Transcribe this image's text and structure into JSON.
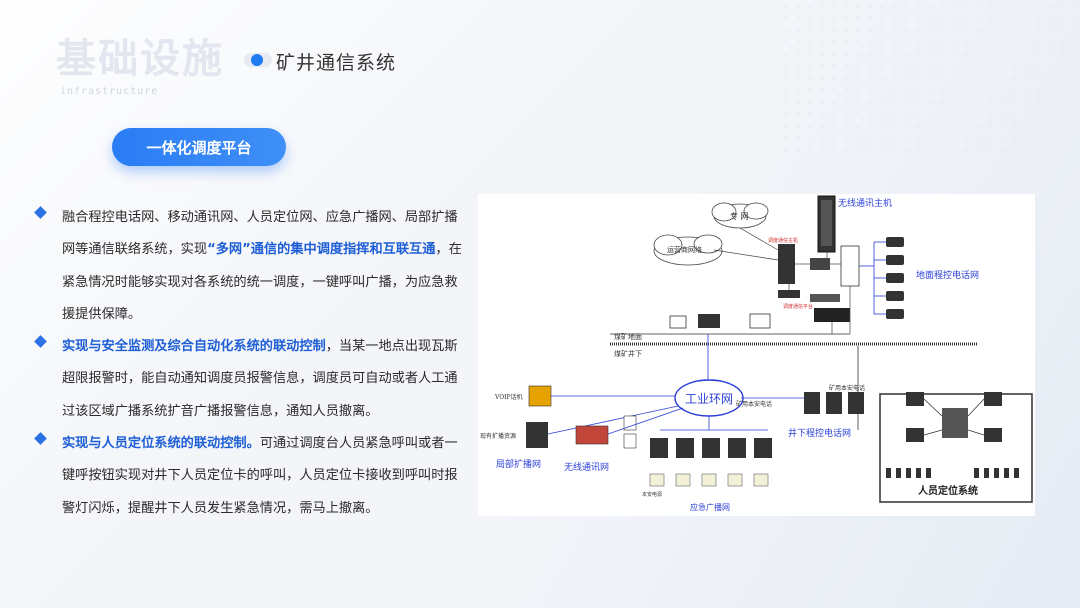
{
  "header": {
    "title": "基础设施",
    "subtitle": "infrastructure",
    "section": "矿井通信系统"
  },
  "pill_label": "一体化调度平台",
  "bullets": [
    {
      "before": "融合程控电话网、移动通讯网、人员定位网、应急广播网、局部扩播网等通信联络系统，实现",
      "highlight": "“多网”通信的集中调度指挥和互联互通",
      "after": "，在紧急情况时能够实现对各系统的统一调度，一键呼叫广播，为应急救援提供保障。"
    },
    {
      "before": "",
      "highlight": "实现与安全监测及综合自动化系统的联动控制",
      "after": "，当某一地点出现瓦斯超限报警时，能自动通知调度员报警信息，调度员可自动或者人工通过该区域广播系统扩音广播报警信息，通知人员撤离。"
    },
    {
      "before": "",
      "highlight": "实现与人员定位系统的联动控制。",
      "after": "可通过调度台人员紧急呼叫或者一键呼按钮实现对井下人员定位卡的呼叫，人员定位卡接收到呼叫时报警灯闪烁，提醒井下人员发生紧急情况，需马上撤离。"
    }
  ],
  "diagram": {
    "wireless_host": "无线通讯主机",
    "private_net": "专  网",
    "carrier_net": "运营商网络",
    "surface_phone": "地面程控电话网",
    "ground": "煤矿地面",
    "underground": "煤矿井下",
    "ring": "工业环网",
    "voip": "VOIP话机",
    "local_broadcast_res": "现有扩播资源",
    "local_broadcast": "局部扩播网",
    "wireless_net": "无线通讯网",
    "mine_phone_a": "矿用本安电话",
    "mine_phone_b": "矿用本安电话",
    "underground_phone": "井下程控电话网",
    "emergency": "应急广播网",
    "power": "本安电源",
    "positioning": "人员定位系统",
    "dispatch": "调度通信主机",
    "dispatch_platform": "调度通信平台"
  },
  "colors": {
    "accent": "#2a7cf5",
    "highlight": "#1f5fd6",
    "diagram_blue": "#2b3fd6",
    "diagram_red": "#d03030"
  }
}
